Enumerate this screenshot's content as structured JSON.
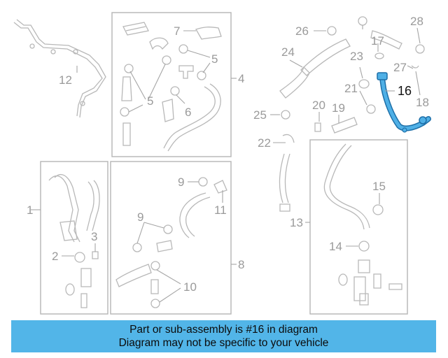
{
  "diagram": {
    "callouts": {
      "c1": "1",
      "c2": "2",
      "c3": "3",
      "c4": "4",
      "c5a": "5",
      "c5b": "5",
      "c6": "6",
      "c7": "7",
      "c8": "8",
      "c9a": "9",
      "c9b": "9",
      "c10": "10",
      "c11": "11",
      "c12": "12",
      "c13": "13",
      "c14": "14",
      "c15": "15",
      "c16": "16",
      "c17": "17",
      "c18": "18",
      "c19": "19",
      "c20": "20",
      "c21": "21",
      "c22": "22",
      "c23": "23",
      "c24": "24",
      "c25": "25",
      "c26": "26",
      "c27": "27",
      "c28": "28"
    },
    "highlight_color": "#2f95d6",
    "part_color": "#b8b8b8"
  },
  "banner": {
    "line1": "Part or sub-assembly is #16 in diagram",
    "line2": "Diagram may not be specific to your vehicle",
    "background": "#52b5e8"
  }
}
